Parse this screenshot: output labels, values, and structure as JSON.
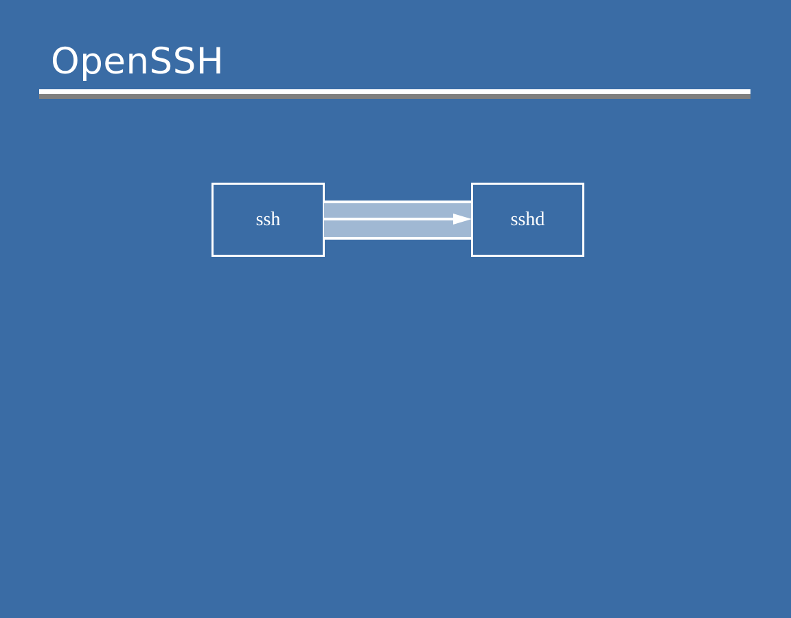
{
  "slide": {
    "title": "OpenSSH",
    "background_color": "#3a6ca5",
    "rule": {
      "highlight_color": "#ffffff",
      "shadow_color": "#808080"
    }
  },
  "diagram": {
    "type": "flow",
    "band_color": "#a0b8d3",
    "stroke_color": "#ffffff",
    "nodes": [
      {
        "id": "ssh",
        "label": "ssh"
      },
      {
        "id": "sshd",
        "label": "sshd"
      }
    ],
    "connections": [
      {
        "from": "ssh",
        "to": "sshd",
        "direction": "right",
        "arrowhead": "triangle"
      }
    ]
  }
}
